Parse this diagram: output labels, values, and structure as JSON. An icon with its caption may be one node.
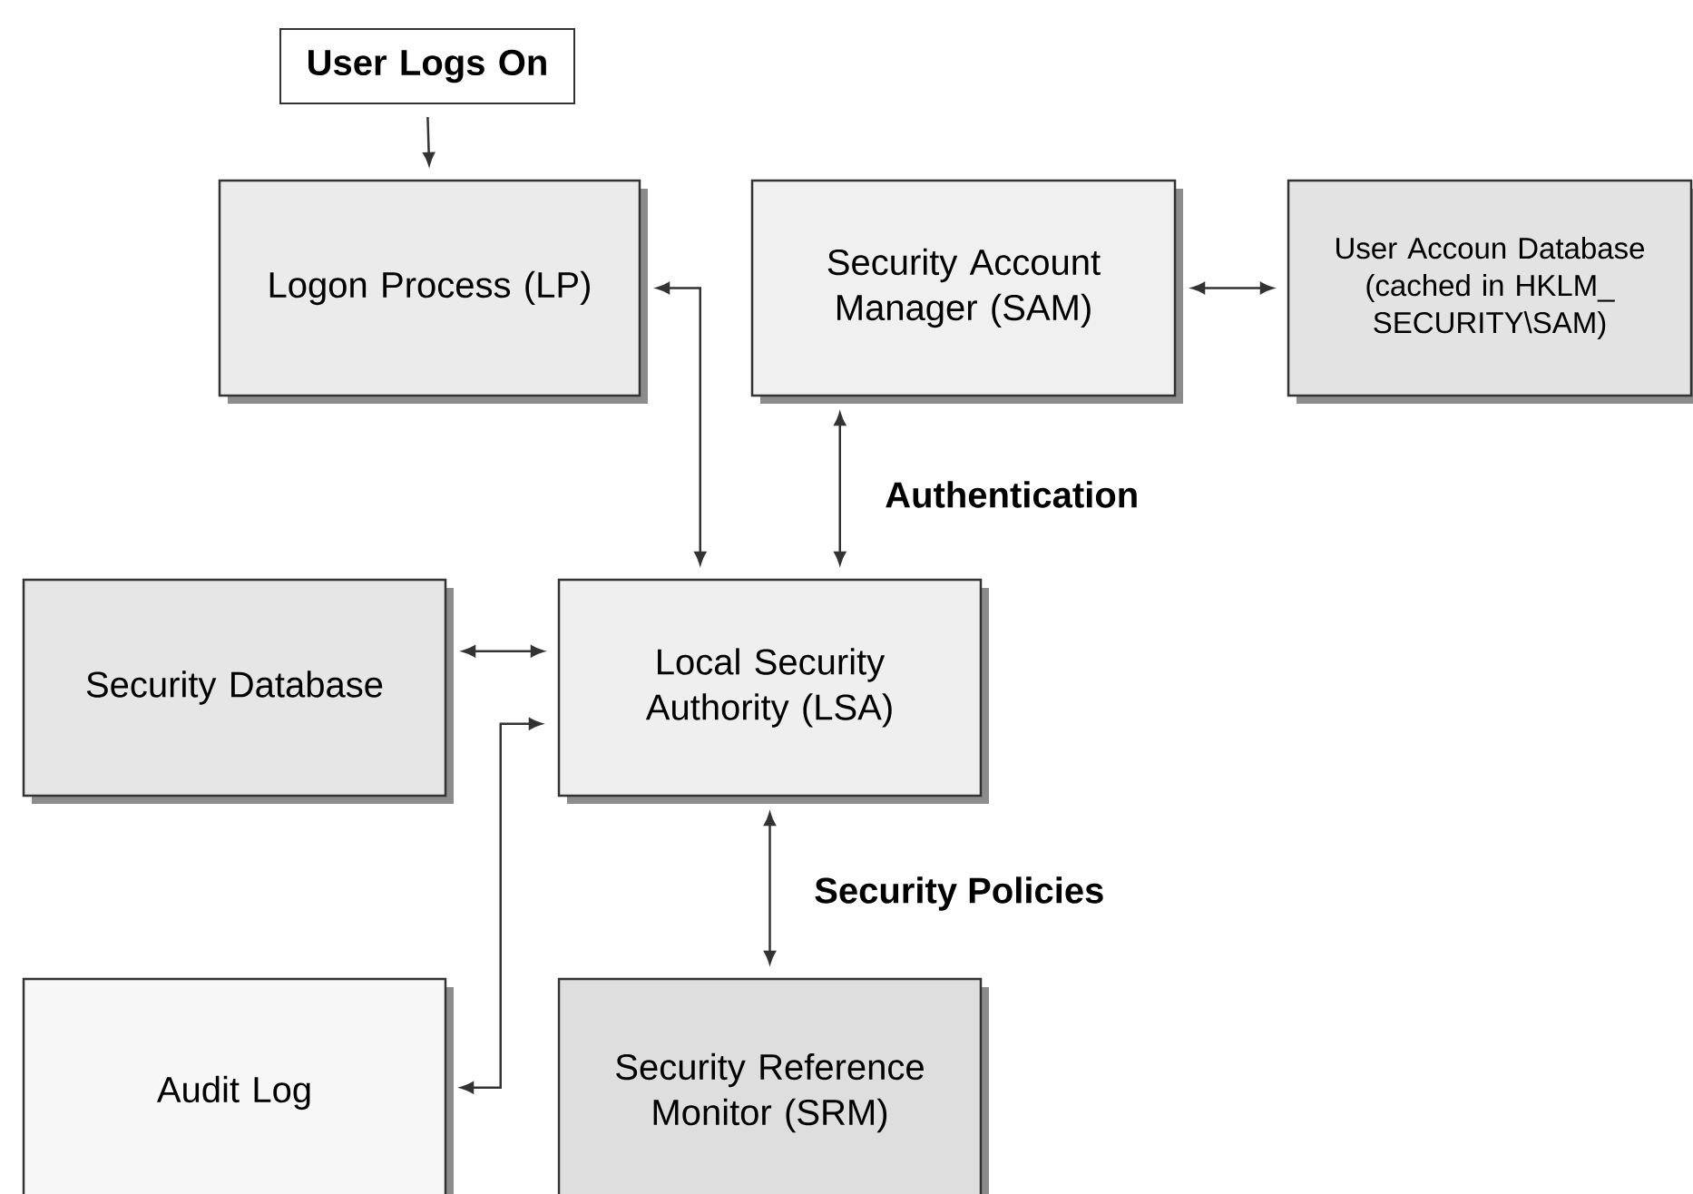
{
  "diagram": {
    "nodes": [
      {
        "text": [
          "User Logs On"
        ]
      },
      {
        "text": [
          "Logon Process (LP)"
        ]
      },
      {
        "text": [
          "Security Account Manager (SAM)"
        ]
      },
      {
        "text": [
          "User Accoun Database (cached in HKLM_ SECURITY\\SAM)"
        ]
      },
      {
        "text": [
          "Security Database"
        ]
      },
      {
        "text": [
          "Local Security Authority (LSA)"
        ]
      },
      {
        "text": [
          "Audit Log"
        ]
      },
      {
        "text": [
          "Security Reference Monitor (SRM)"
        ]
      }
    ],
    "edges": [
      {
        "from": 0,
        "to": 1,
        "arrow": "to"
      },
      {
        "from": 1,
        "to": 5,
        "arrow": "both"
      },
      {
        "from": 2,
        "to": 5,
        "arrow": "both",
        "label": "Authentication"
      },
      {
        "from": 2,
        "to": 3,
        "arrow": "both"
      },
      {
        "from": 4,
        "to": 5,
        "arrow": "both"
      },
      {
        "from": 5,
        "to": 6,
        "arrow": "both"
      },
      {
        "from": 5,
        "to": 7,
        "arrow": "both",
        "label": "Security Policies"
      }
    ]
  }
}
